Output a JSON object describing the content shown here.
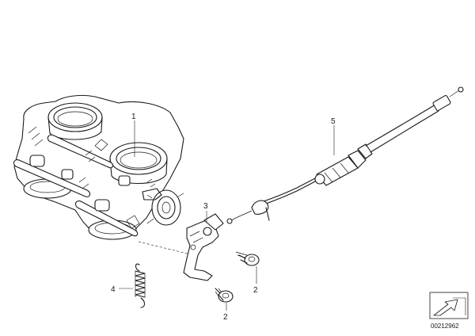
{
  "callouts": {
    "throttle_body_assembly": "1",
    "screw_upper": "2",
    "screw_lower": "2",
    "lever_bracket": "3",
    "return_spring": "4",
    "throttle_cable": "5"
  },
  "document_number": "00212962",
  "icons": {
    "nav_corner": "page-corner-arrow-icon"
  }
}
